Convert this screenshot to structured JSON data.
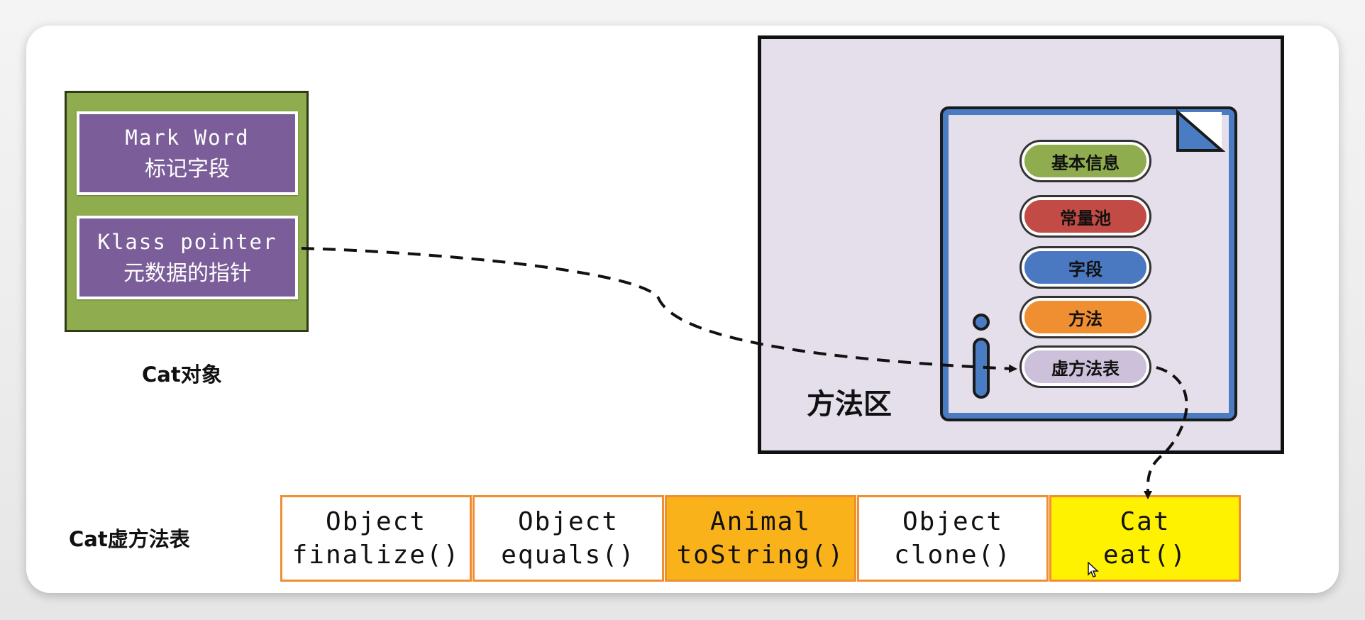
{
  "object": {
    "caption": "Cat对象",
    "mark_word": {
      "en": "Mark Word",
      "cn": "标记字段"
    },
    "klass_pointer": {
      "en": "Klass pointer",
      "cn": "元数据的指针"
    }
  },
  "method_area": {
    "label": "方法区",
    "class_items": [
      "基本信息",
      "常量池",
      "字段",
      "方法",
      "虚方法表"
    ]
  },
  "vtable": {
    "caption": "Cat虚方法表",
    "entries": [
      {
        "owner": "Object",
        "method": "finalize()",
        "fill": "#ffffff"
      },
      {
        "owner": "Object",
        "method": "equals()",
        "fill": "#ffffff"
      },
      {
        "owner": "Animal",
        "method": "toString()",
        "fill": "#f9b21a"
      },
      {
        "owner": "Object",
        "method": "clone()",
        "fill": "#ffffff"
      },
      {
        "owner": "Cat",
        "method": "eat()",
        "fill": "#fff200"
      }
    ]
  },
  "colors": {
    "object_bg": "#8fad4f",
    "field_bg": "#7a5d99",
    "method_area_bg": "#e4dfeb",
    "doc_border": "#4a7cc4",
    "cell_border": "#f08e32"
  }
}
